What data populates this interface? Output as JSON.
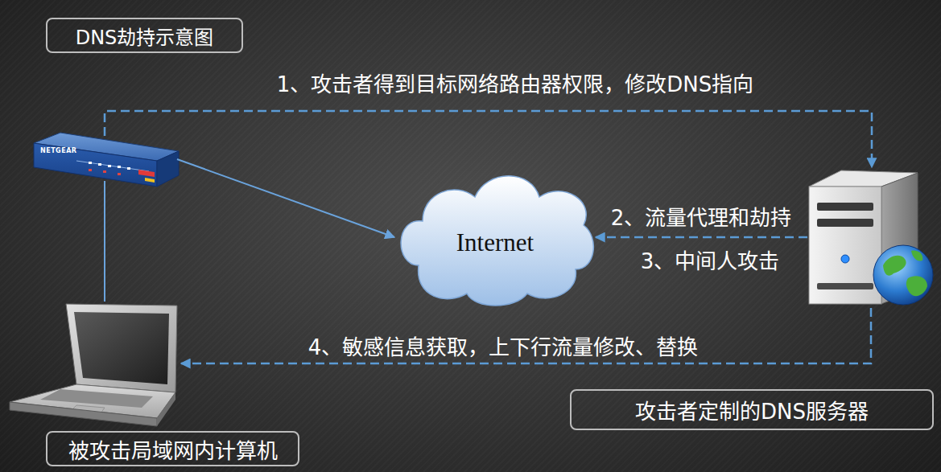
{
  "diagram": {
    "title": "DNS劫持示意图",
    "nodes": [
      {
        "text": [
          "NETGEAR"
        ]
      },
      {
        "text": [
          "Internet"
        ]
      },
      {
        "text": [
          "攻击者定制的DNS服务器"
        ]
      },
      {
        "text": [
          "被攻击局域网内计算机"
        ]
      }
    ],
    "edges": [
      {
        "from": 0,
        "to": 2,
        "arrow": "to",
        "label": "1、攻击者得到目标网络路由器权限，修改DNS指向"
      },
      {
        "from": 0,
        "to": 1,
        "arrow": "to"
      },
      {
        "from": 0,
        "to": 3,
        "arrow": "none"
      },
      {
        "from": 2,
        "to": 1,
        "arrow": "to",
        "label": "2、流量代理和劫持"
      },
      {
        "from": 2,
        "to": 3,
        "arrow": "to",
        "label": "4、敏感信息获取，上下行流量修改、替换"
      }
    ],
    "labels": [
      "3、中间人攻击"
    ]
  }
}
